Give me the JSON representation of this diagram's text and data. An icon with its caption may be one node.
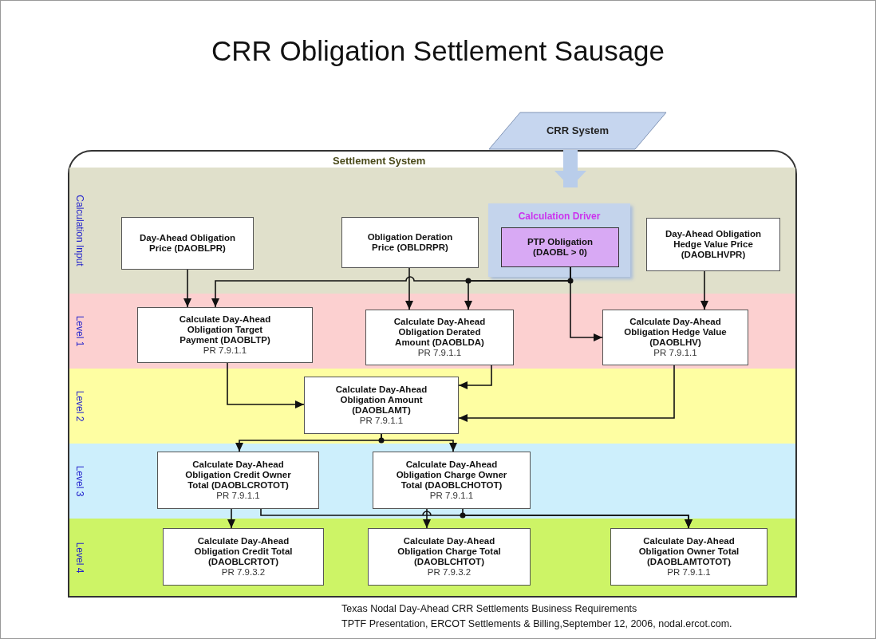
{
  "diagram": {
    "title": "CRR Obligation Settlement Sausage",
    "nodes": [
      {
        "text": [
          "CRR System"
        ]
      },
      {
        "text": [
          "Settlement System"
        ]
      },
      {
        "text": [
          "Calculation Input"
        ],
        "in": 1
      },
      {
        "text": [
          "Day-Ahead Obligation Price (DAOBLPR)"
        ],
        "in": 2
      },
      {
        "text": [
          "Obligation Deration Price (OBLDRPR)"
        ],
        "in": 2
      },
      {
        "text": [
          "Calculation Driver"
        ],
        "in": 2
      },
      {
        "text": [
          "PTP Obligation (DAOBL > 0)"
        ],
        "in": 5
      },
      {
        "text": [
          "Day-Ahead Obligation Hedge Value Price (DAOBLHVPR)"
        ],
        "in": 2
      },
      {
        "text": [
          "Level 1"
        ],
        "in": 1
      },
      {
        "text": [
          "Calculate Day-Ahead Obligation Target Payment (DAOBLTP)",
          "PR 7.9.1.1"
        ],
        "in": 8
      },
      {
        "text": [
          "Calculate Day-Ahead Obligation Derated Amount (DAOBLDA)",
          "PR 7.9.1.1"
        ],
        "in": 8
      },
      {
        "text": [
          "Calculate Day-Ahead Obligation Hedge Value (DAOBLHV)",
          "PR 7.9.1.1"
        ],
        "in": 8
      },
      {
        "text": [
          "Level 2"
        ],
        "in": 1
      },
      {
        "text": [
          "Calculate Day-Ahead Obligation Amount (DAOBLAMT)",
          "PR 7.9.1.1"
        ],
        "in": 12
      },
      {
        "text": [
          "Level 3"
        ],
        "in": 1
      },
      {
        "text": [
          "Calculate Day-Ahead Obligation Credit Owner Total (DAOBLCROTOT)",
          "PR 7.9.1.1"
        ],
        "in": 14
      },
      {
        "text": [
          "Calculate Day-Ahead Obligation Charge Owner Total (DAOBLCHOTOT)",
          "PR 7.9.1.1"
        ],
        "in": 14
      },
      {
        "text": [
          "Level 4"
        ],
        "in": 1
      },
      {
        "text": [
          "Calculate Day-Ahead Obligation Credit Total (DAOBLCRTOT)",
          "PR 7.9.3.2"
        ],
        "in": 17
      },
      {
        "text": [
          "Calculate Day-Ahead Obligation Charge Total (DAOBLCHTOT)",
          "PR 7.9.3.2"
        ],
        "in": 17
      },
      {
        "text": [
          "Calculate Day-Ahead Obligation Owner Total (DAOBLAMTOTOT)",
          "PR 7.9.1.1"
        ],
        "in": 17
      }
    ],
    "edges": [
      {
        "from": 0,
        "to": 5,
        "arrow": "to",
        "style": "thick",
        "color": "#b9cdea"
      },
      {
        "from": 3,
        "to": 9,
        "arrow": "to"
      },
      {
        "from": 6,
        "to": 9,
        "arrow": "to"
      },
      {
        "from": 4,
        "to": 10,
        "arrow": "to"
      },
      {
        "from": 6,
        "to": 10,
        "arrow": "to"
      },
      {
        "from": 6,
        "to": 11,
        "arrow": "to"
      },
      {
        "from": 7,
        "to": 11,
        "arrow": "to"
      },
      {
        "from": 9,
        "to": 13,
        "arrow": "to"
      },
      {
        "from": 10,
        "to": 13,
        "arrow": "to"
      },
      {
        "from": 11,
        "to": 13,
        "arrow": "to"
      },
      {
        "from": 13,
        "to": 15,
        "arrow": "to"
      },
      {
        "from": 13,
        "to": 16,
        "arrow": "to"
      },
      {
        "from": 15,
        "to": 18,
        "arrow": "to"
      },
      {
        "from": 16,
        "to": 19,
        "arrow": "to"
      },
      {
        "from": 15,
        "to": 20,
        "arrow": "to"
      },
      {
        "from": 16,
        "to": 20,
        "arrow": "to"
      }
    ],
    "labels": [
      "Texas Nodal Day-Ahead CRR Settlements Business Requirements",
      "TPTF Presentation, ERCOT Settlements & Billing,September 12, 2006, nodal.ercot.com."
    ]
  }
}
